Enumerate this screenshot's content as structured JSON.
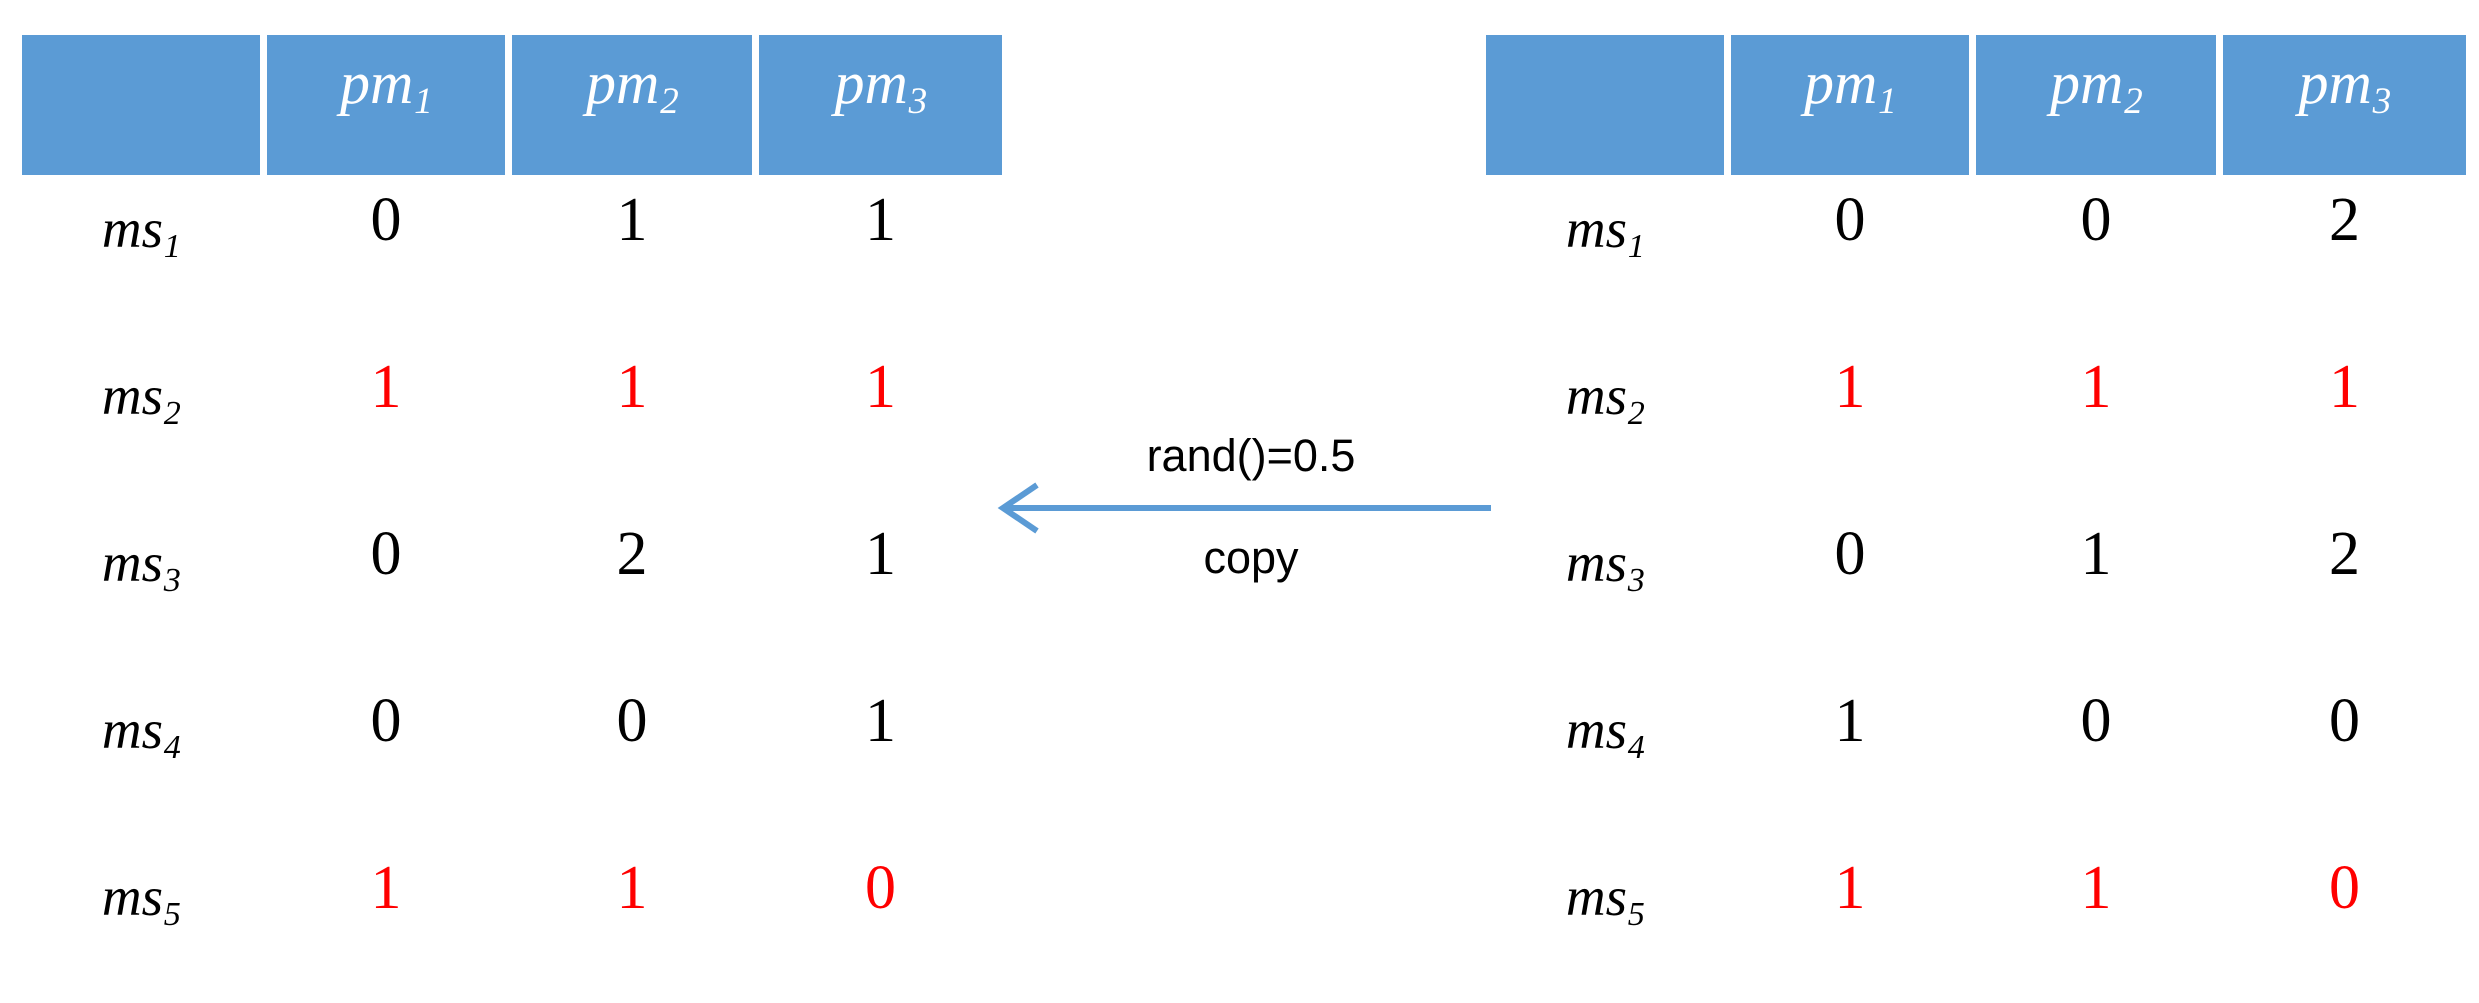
{
  "diagram": {
    "colors": {
      "header_blue": "#5B9BD5",
      "row_odd": "#D2DCEE",
      "row_even": "#E8ECF6",
      "highlight_red": "#FF0000",
      "arrow": "#5B9BD5",
      "background": "#FFFFFF",
      "text": "#000000",
      "header_text": "#FFFFFF"
    },
    "arrow": {
      "direction": "left",
      "label_top": "rand()=0.5",
      "label_bottom": "copy"
    },
    "tables": [
      {
        "id": "left",
        "corner_label": "",
        "columns": [
          {
            "base": "pm",
            "sub": "1"
          },
          {
            "base": "pm",
            "sub": "2"
          },
          {
            "base": "pm",
            "sub": "3"
          }
        ],
        "rows": [
          {
            "label_base": "ms",
            "label_sub": "1",
            "cells": [
              {
                "value": "0",
                "highlight": false
              },
              {
                "value": "1",
                "highlight": false
              },
              {
                "value": "1",
                "highlight": false
              }
            ]
          },
          {
            "label_base": "ms",
            "label_sub": "2",
            "cells": [
              {
                "value": "1",
                "highlight": true
              },
              {
                "value": "1",
                "highlight": true
              },
              {
                "value": "1",
                "highlight": true
              }
            ]
          },
          {
            "label_base": "ms",
            "label_sub": "3",
            "cells": [
              {
                "value": "0",
                "highlight": false
              },
              {
                "value": "2",
                "highlight": false
              },
              {
                "value": "1",
                "highlight": false
              }
            ]
          },
          {
            "label_base": "ms",
            "label_sub": "4",
            "cells": [
              {
                "value": "0",
                "highlight": false
              },
              {
                "value": "0",
                "highlight": false
              },
              {
                "value": "1",
                "highlight": false
              }
            ]
          },
          {
            "label_base": "ms",
            "label_sub": "5",
            "cells": [
              {
                "value": "1",
                "highlight": true
              },
              {
                "value": "1",
                "highlight": true
              },
              {
                "value": "0",
                "highlight": true
              }
            ]
          }
        ]
      },
      {
        "id": "right",
        "corner_label": "",
        "columns": [
          {
            "base": "pm",
            "sub": "1"
          },
          {
            "base": "pm",
            "sub": "2"
          },
          {
            "base": "pm",
            "sub": "3"
          }
        ],
        "rows": [
          {
            "label_base": "ms",
            "label_sub": "1",
            "cells": [
              {
                "value": "0",
                "highlight": false
              },
              {
                "value": "0",
                "highlight": false
              },
              {
                "value": "2",
                "highlight": false
              }
            ]
          },
          {
            "label_base": "ms",
            "label_sub": "2",
            "cells": [
              {
                "value": "1",
                "highlight": true
              },
              {
                "value": "1",
                "highlight": true
              },
              {
                "value": "1",
                "highlight": true
              }
            ]
          },
          {
            "label_base": "ms",
            "label_sub": "3",
            "cells": [
              {
                "value": "0",
                "highlight": false
              },
              {
                "value": "1",
                "highlight": false
              },
              {
                "value": "2",
                "highlight": false
              }
            ]
          },
          {
            "label_base": "ms",
            "label_sub": "4",
            "cells": [
              {
                "value": "1",
                "highlight": false
              },
              {
                "value": "0",
                "highlight": false
              },
              {
                "value": "0",
                "highlight": false
              }
            ]
          },
          {
            "label_base": "ms",
            "label_sub": "5",
            "cells": [
              {
                "value": "1",
                "highlight": true
              },
              {
                "value": "1",
                "highlight": true
              },
              {
                "value": "0",
                "highlight": true
              }
            ]
          }
        ]
      }
    ]
  }
}
